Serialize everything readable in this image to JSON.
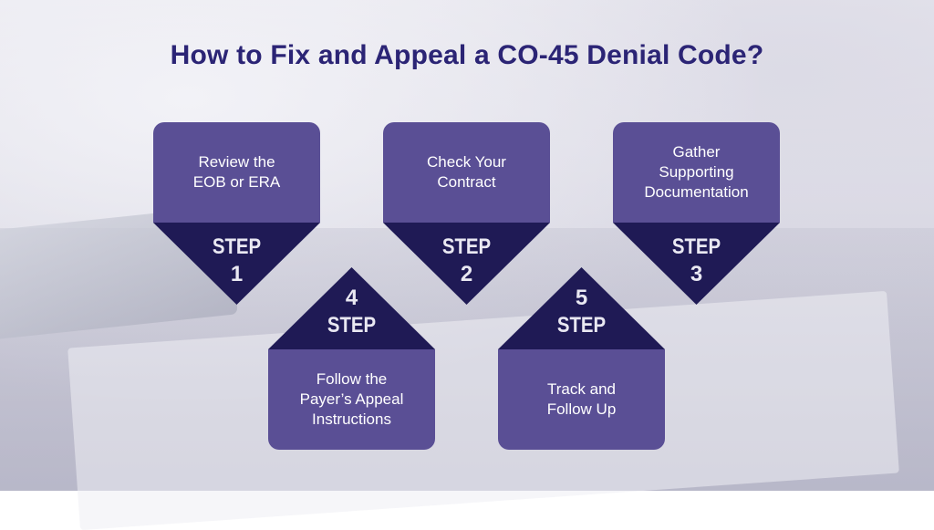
{
  "title": "How to Fix and Appeal a CO-45 Denial Code?",
  "steps": [
    {
      "number": "1",
      "label": "STEP",
      "text": "Review the\nEOB or ERA"
    },
    {
      "number": "2",
      "label": "STEP",
      "text": "Check Your\nContract"
    },
    {
      "number": "3",
      "label": "STEP",
      "text": "Gather\nSupporting\nDocumentation"
    },
    {
      "number": "4",
      "label": "STEP",
      "text": "Follow the\nPayer’s Appeal\nInstructions"
    },
    {
      "number": "5",
      "label": "STEP",
      "text": "Track and\nFollow Up"
    }
  ],
  "colors": {
    "title": "#2b2475",
    "box": "#5a4f95",
    "arrow": "#1f1a55",
    "step_text": "#e9e8f2"
  }
}
